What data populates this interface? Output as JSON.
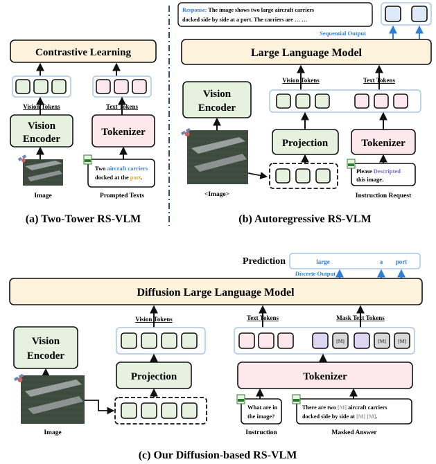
{
  "panel_a": {
    "box_title": "Contrastive Learning",
    "vision_tokens": "Vision Tokens",
    "text_tokens": "Text Tokens",
    "vision_encoder_1": "Vision",
    "vision_encoder_2": "Encoder",
    "tokenizer": "Tokenizer",
    "prompt_line1_pre": "Two ",
    "prompt_line1_hl": "aircraft carriers",
    "prompt_line2_pre": "docked at the ",
    "prompt_line2_hl": "port",
    "prompt_line2_post": ".",
    "image_label": "Image",
    "prompt_label": "Prompted Texts",
    "caption": "(a) Two-Tower RS-VLM"
  },
  "panel_b": {
    "response_label": "Response:",
    "response_line1": " The image shows two large aircraft carriers",
    "response_line2": "docked side by side at a port. The carriers are … …",
    "sequential_output": "Sequential Output",
    "llm": "Large Language Model",
    "vision_tokens": "Vision Tokens",
    "text_tokens": "Text Tokens",
    "vision_encoder_1": "Vision",
    "vision_encoder_2": "Encoder",
    "projection": "Projection",
    "tokenizer": "Tokenizer",
    "instr_line1_pre": "Please ",
    "instr_line1_hl": "Descripted",
    "instr_line2": "this image.",
    "image_label": "<Image>",
    "instr_label": "Instruction Request",
    "caption": "(b) Autoregressive RS-VLM"
  },
  "panel_c": {
    "prediction_label": "Prediction",
    "pred_tokens": [
      "large",
      "a",
      "port"
    ],
    "discrete_output": "Discrete Output",
    "dllm": "Diffusion Large Language Model",
    "vision_tokens": "Vision Tokens",
    "text_tokens": "Text Tokens",
    "mask_text_tokens": "Mask Text Tokens",
    "vision_encoder_1": "Vision",
    "vision_encoder_2": "Encoder",
    "projection": "Projection",
    "tokenizer": "Tokenizer",
    "mask_token": "[M]",
    "instr_line1": "What are in",
    "instr_line2": "the image?",
    "ans_line1_pre": "There are two ",
    "ans_line1_mask": "[M]",
    "ans_line1_post": " aircraft carriers",
    "ans_line2_pre": "docked side by side at ",
    "ans_line2_mask": "[M] [M]",
    "ans_line2_post": ".",
    "image_label": "Image",
    "instr_label": "Instruction",
    "answer_label": "Masked Answer",
    "caption": "(c) Our Diffusion-based RS-VLM"
  },
  "colors": {
    "yellow_fill": "#fdf3dc",
    "green_fill": "#e6f2df",
    "pink_fill": "#fde8ee",
    "lilac_fill": "#dcd6f2",
    "blue_fill": "#dde9f7",
    "gray_fill": "#d8d8d8",
    "token_strip_border": "#a9c6e8",
    "accent_blue": "#2f7fd6",
    "highlight_orange": "#f2a900",
    "highlight_purple": "#7b6ad0",
    "mask_gray": "#9a9a9a"
  }
}
